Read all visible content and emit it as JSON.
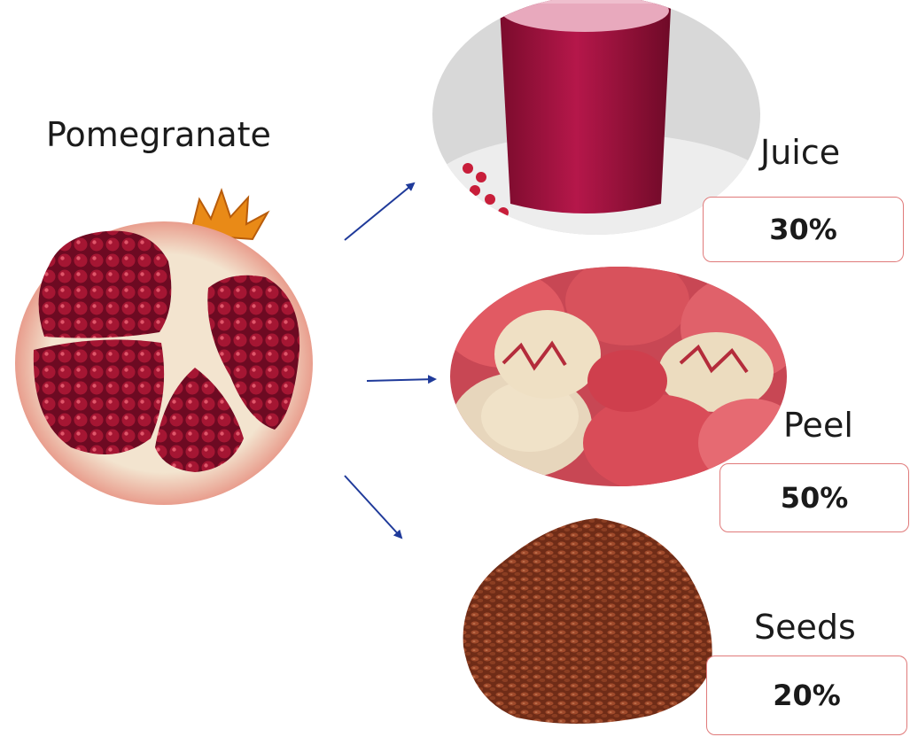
{
  "title": "Pomegranate",
  "products": [
    {
      "name": "Juice",
      "percent": "30%"
    },
    {
      "name": "Peel",
      "percent": "50%"
    },
    {
      "name": "Seeds",
      "percent": "20%"
    }
  ],
  "colors": {
    "arrow": "#1f3a9a",
    "box_border": "#e07a7a",
    "juice": "#a3153e",
    "aril": "#9b1030",
    "peel": "#d9424e",
    "seeds": "#8a3d22"
  }
}
